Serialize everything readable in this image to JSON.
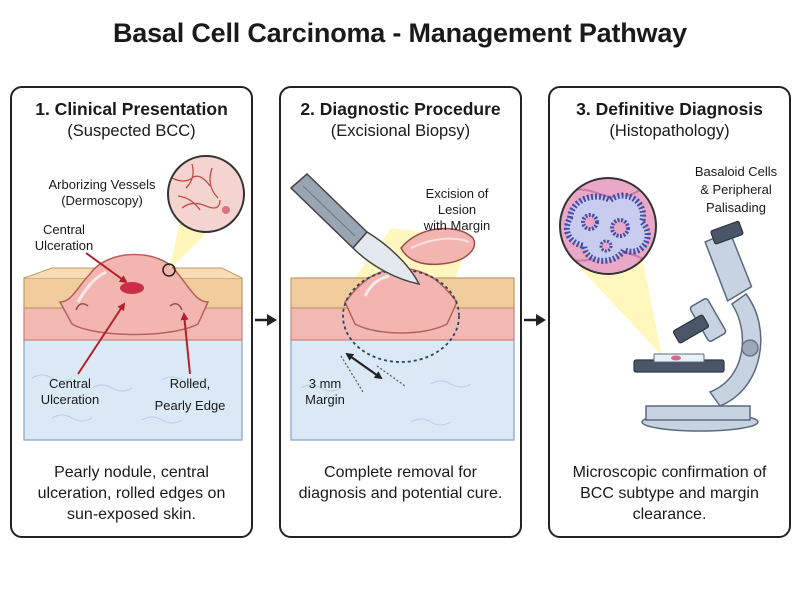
{
  "title": "Basal Cell Carcinoma - Management Pathway",
  "panels": [
    {
      "heading": "1. Clinical Presentation",
      "subheading": "(Suspected BCC)",
      "labels": {
        "vessels_line1": "Arborizing Vessels",
        "vessels_line2": "(Dermoscopy)",
        "ulceration_top_line1": "Central",
        "ulceration_top_line2": "Ulceration",
        "ulceration_bottom_line1": "Central",
        "ulceration_bottom_line2": "Ulceration",
        "edge_line1": "Rolled,",
        "edge_line2": "Pearly Edge"
      },
      "description": "Pearly nodule, central ulceration, rolled edges on sun-exposed skin."
    },
    {
      "heading": "2. Diagnostic Procedure",
      "subheading": "(Excisional Biopsy)",
      "labels": {
        "excision_line1": "Excision of",
        "excision_line2": "Lesion",
        "excision_line3": "with Margin",
        "margin_line1": "3 mm",
        "margin_line2": "Margin"
      },
      "description": "Complete removal for diagnosis and potential cure."
    },
    {
      "heading": "3. Definitive Diagnosis",
      "subheading": "(Histopathology)",
      "labels": {
        "cells_line1": "Basaloid Cells",
        "cells_line2": "& Peripheral",
        "cells_line3": "Palisading"
      },
      "description": "Microscopic confirmation of BCC subtype and margin clearance."
    }
  ],
  "colors": {
    "epidermis": "#f1cc9c",
    "dermis": "#f2b9b3",
    "subcutis": "#dbe8f5",
    "lesion": "#f2b5b0",
    "ulcer": "#c8203a",
    "label_arrow": "#b3202c",
    "highlight_cone": "#fff3a3",
    "microscope": "#c7d3e0",
    "histology_tissue": "#e9a8c8",
    "histology_nuclei": "#3e4fa8"
  }
}
